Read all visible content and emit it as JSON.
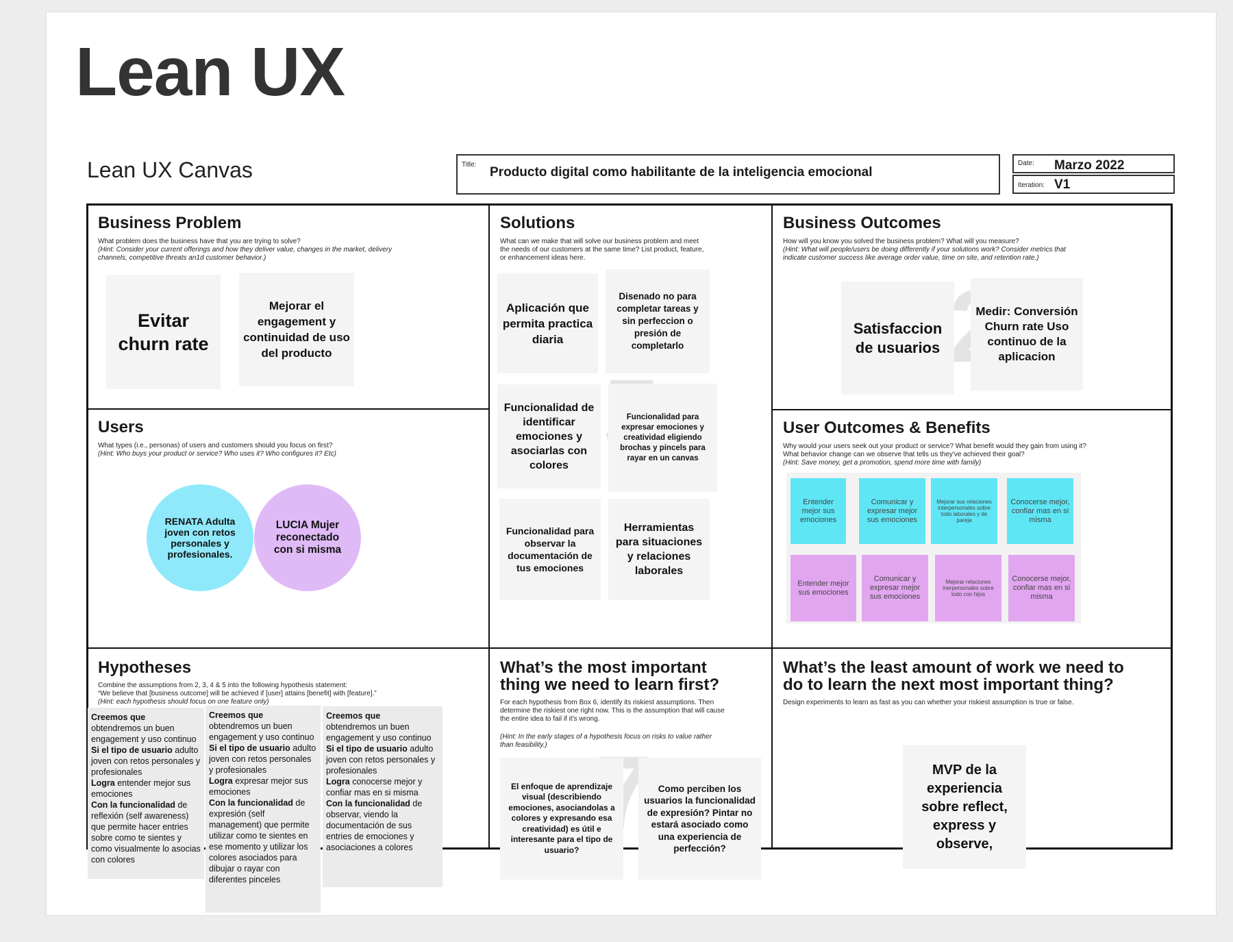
{
  "page_title": "Lean UX",
  "canvas": {
    "name": "Lean UX Canvas",
    "title_label": "Title:",
    "title_value": "Producto digital como habilitante de la inteligencia emocional",
    "date_label": "Date:",
    "date_value": "Marzo 2022",
    "iteration_label": "Iteration:",
    "iteration_value": "V1"
  },
  "business_problem": {
    "title": "Business Problem",
    "desc": "What problem does the business have that you are trying to solve?",
    "hint": "(Hint: Consider your current offerings and how they deliver value, changes in the market, delivery channels, competitive threats an1d customer behavior.)",
    "notes": [
      "Evitar churn rate",
      "Mejorar el engagement y continuidad de uso del producto"
    ]
  },
  "solutions": {
    "title": "Solutions",
    "desc": "What can we make that will solve our business problem and meet the needs of our customers at the same time? List product, feature, or enhancement ideas here.",
    "ghost": "5",
    "notes": [
      "Aplicación que permita practica diaria",
      "Disenado no para completar tareas y sin perfeccion o presión de completarlo",
      "Funcionalidad de identificar emociones y asociarlas con colores",
      "Funcionalidad para expresar emociones y creatividad eligiendo brochas y pincels para rayar en un canvas",
      "Funcionalidad para observar la documentación de tus emociones",
      "Herramientas para situaciones y relaciones laborales"
    ]
  },
  "business_outcomes": {
    "title": "Business Outcomes",
    "desc": "How will you know you solved the business problem? What will you measure?",
    "hint": "(Hint: What will people/users be doing differently if your solutions work? Consider metrics that indicate customer success like average order value, time on site, and retention rate.)",
    "ghost": "2",
    "notes": [
      "Satisfaccion de usuarios",
      "Medir: Conversión Churn rate Uso continuo de la aplicacion"
    ]
  },
  "users": {
    "title": "Users",
    "desc": "What types (i.e., personas) of users and customers should you focus on first?",
    "hint": "(Hint: Who buys your product or service? Who uses it? Who configures it? Etc)",
    "personas": [
      {
        "text": "RENATA  Adulta joven con retos personales y profesionales.",
        "color": "#8fe9fb"
      },
      {
        "text": "LUCIA Mujer reconectado con si misma",
        "color": "#dfbaf7"
      }
    ]
  },
  "user_outcomes": {
    "title": "User Outcomes & Benefits",
    "desc": "Why would your users seek out your product or service? What benefit would they gain from using it? What behavior change can we observe that tells us they've achieved their goal?",
    "hint": "(Hint: Save money, get a promotion, spend more time with family)",
    "row1": [
      "Entender mejor sus emociones",
      "Comunicar  y expresar mejor sus emociones",
      "Mejorar sus relaciones interpersonales sobre todo laborales y de pareja",
      "Conocerse mejor, confiar mas en si misma"
    ],
    "row2": [
      "Entender mejor sus emociones",
      "Comunicar  y expresar mejor sus emociones",
      "Mejorar relaciones inerpersonales sobre todo con hijos",
      "Conocerse mejor, confiar mas en si misma"
    ]
  },
  "hypotheses": {
    "title": "Hypotheses",
    "desc1": "Combine the assumptions from 2, 3, 4 & 5 into the following hypothesis statement:",
    "desc2": "“We believe that [business outcome] will be achieved if [user] attains [benefit] with [feature].”",
    "hint": "(Hint: each hypothesis should focus on one feature only)",
    "cards": [
      {
        "h1": "Creemos que",
        "t1": "obtendremos un buen engagement y uso continuo",
        "h2": "Si el tipo de usuario",
        "t2": "adulto joven con retos personales y profesionales",
        "h3": "Logra",
        "t3": "entender mejor sus emociones",
        "h4": "Con la funcionalidad",
        "t4": "de reflexión (self awareness) que permite hacer entries sobre como te sientes y como visualmente lo asocias con colores"
      },
      {
        "h1": "Creemos que",
        "t1": "obtendremos un buen engagement y uso continuo",
        "h2": "Si el tipo de usuario",
        "t2": "adulto joven con retos personales y profesionales",
        "h3": "Logra",
        "t3": "expresar mejor sus emociones",
        "h4": "Con la funcionalidad",
        "t4": "de expresión (self management) que permite utilizar como te sientes en ese momento y utilizar los colores asociados para dibujar o rayar con diferentes pinceles"
      },
      {
        "h1": "Creemos que",
        "t1": "obtendremos un buen engagement y uso continuo",
        "h2": "Si el tipo de usuario",
        "t2": "adulto joven con retos personales y profesionales",
        "h3": "Logra",
        "t3": "conocerse mejor y confiar mas en si misma",
        "h4": "Con la funcionalidad",
        "t4": "de observar, viendo la documentación de sus entries de emociones y asociaciones a colores"
      }
    ]
  },
  "learn_first": {
    "title": "What’s the most important thing we need to learn first?",
    "desc": "For each hypothesis from Box 6, identify its riskiest assumptions. Then determine the riskiest one right now. This is the assumption that will cause the entire idea to fail if it’s wrong.",
    "hint": "(Hint: In the early stages of a hypothesis focus on risks to value rather than feasibility.)",
    "ghost": "7",
    "notes": [
      "El enfoque de aprendizaje visual (describiendo emociones, asociandolas a colores y expresando esa creatividad) es útil e interesante para el tipo de usuario?",
      "Como perciben los usuarios la funcionalidad de expresión? Pintar no estará asociado como una experiencia de perfección?"
    ]
  },
  "least_work": {
    "title": "What’s the least amount of work we need to do to learn the next most important thing?",
    "desc": "Design experiments to learn as fast as you can whether your riskiest assumption is true or false.",
    "notes": [
      "MVP  de la experiencia sobre reflect, express y observe,"
    ]
  }
}
